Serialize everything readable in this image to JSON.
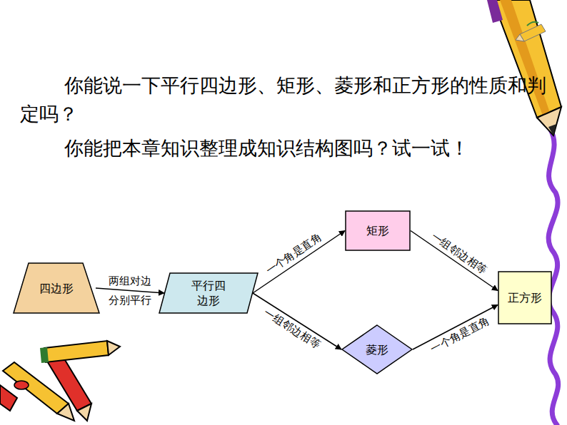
{
  "diagram": {
    "nodes": [
      {
        "text": [
          "四边形"
        ]
      },
      {
        "text": [
          "平行四边形"
        ]
      },
      {
        "text": [
          "矩形"
        ]
      },
      {
        "text": [
          "菱形"
        ]
      },
      {
        "text": [
          "正方形"
        ]
      }
    ],
    "edges": [
      {
        "from": 0,
        "to": 1,
        "label": "两组对边 分别平行",
        "arrow": "to"
      },
      {
        "from": 1,
        "to": 2,
        "label": "一个角是直角",
        "arrow": "to"
      },
      {
        "from": 1,
        "to": 3,
        "label": "一组邻边相等",
        "arrow": "to"
      },
      {
        "from": 2,
        "to": 4,
        "label": "一组邻边相等",
        "arrow": "to"
      },
      {
        "from": 3,
        "to": 4,
        "label": "一个角是直角",
        "arrow": "to"
      }
    ],
    "labels": [
      "你能说一下平行四边形、矩形、菱形和正方形的性质和判定吗？",
      "你能把本章知识整理成知识结构图吗？试一试！"
    ]
  }
}
